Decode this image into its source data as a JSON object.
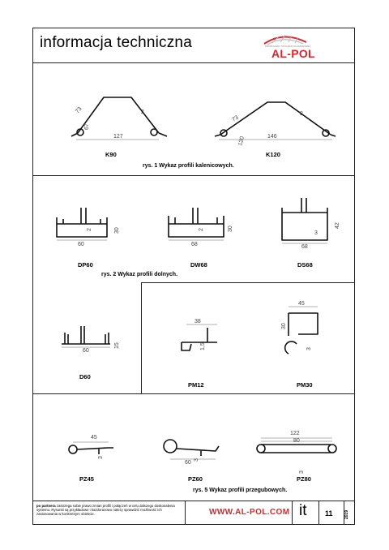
{
  "header": {
    "title": "informacja techniczna",
    "logo": "AL-POL",
    "logo_tagline": "PRODUCENT STOLARKI ALUMINIOWEJ"
  },
  "sections": {
    "fig1": {
      "caption": "rys. 1 Wykaz profili kalenicowych.",
      "profiles": [
        {
          "name": "K90",
          "dims": [
            "73",
            "2",
            "127",
            "67"
          ]
        },
        {
          "name": "K120",
          "dims": [
            "73",
            "2",
            "146",
            "120"
          ]
        }
      ]
    },
    "fig2": {
      "caption": "rys. 2 Wykaz profili dolnych.",
      "profiles": [
        {
          "name": "DP60",
          "dims": [
            "60",
            "30",
            "2"
          ]
        },
        {
          "name": "DW68",
          "dims": [
            "68",
            "30",
            "2"
          ]
        },
        {
          "name": "DS68",
          "dims": [
            "68",
            "42",
            "3"
          ]
        }
      ]
    },
    "fig3": {
      "profiles": [
        {
          "name": "D60",
          "dims": [
            "60",
            "15"
          ]
        }
      ]
    },
    "fig4": {
      "profiles": [
        {
          "name": "PM12",
          "dims": [
            "38",
            "1,5"
          ]
        },
        {
          "name": "PM30",
          "dims": [
            "45",
            "30",
            "3"
          ]
        }
      ]
    },
    "fig5": {
      "caption": "rys. 5 Wykaz profili przegubowych.",
      "profiles": [
        {
          "name": "PZ45",
          "dims": [
            "45",
            "3"
          ]
        },
        {
          "name": "PZ60",
          "dims": [
            "60",
            "3"
          ]
        },
        {
          "name": "PZ80",
          "dims": [
            "122",
            "80",
            "3"
          ]
        }
      ]
    }
  },
  "footer": {
    "note_bold": "po partnera",
    "note": "zastrzega sobie prawo zmian profili i połączeń w celu dalszego doskonalenia systemu. Rysunki są przykładowe i każdorazowo należy sprawdzić możliwość ich zastosowania w konkretnym obiekcie.",
    "url": "WWW.AL-POL.COM",
    "lang": "it",
    "page": "11",
    "year": "2019"
  },
  "colors": {
    "brand_red": "#d8262c",
    "line": "#222222"
  }
}
